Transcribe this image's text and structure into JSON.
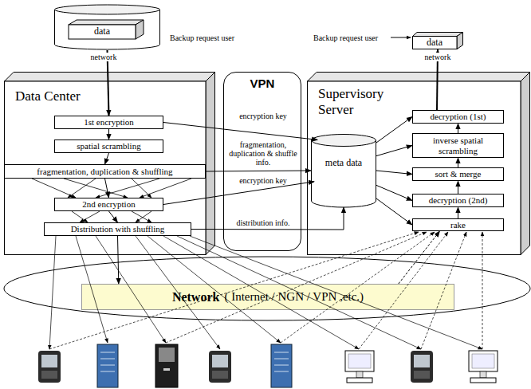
{
  "diagram": {
    "nodes": [
      {
        "text": [
          "data"
        ]
      },
      {
        "text": [
          "Data Center"
        ]
      },
      {
        "text": [
          "1st encryption"
        ],
        "in": 1
      },
      {
        "text": [
          "spatial scrambling"
        ],
        "in": 1
      },
      {
        "text": [
          "fragmentation, duplication & shuffling"
        ],
        "in": 1
      },
      {
        "text": [
          "2nd encryption"
        ],
        "in": 1
      },
      {
        "text": [
          "Distribution with shuffling"
        ],
        "in": 1
      },
      {
        "text": [
          "VPN"
        ]
      },
      {
        "text": [
          "Supervisory Server"
        ]
      },
      {
        "text": [
          "meta data"
        ],
        "in": 8
      },
      {
        "text": [
          "decryption (1st)"
        ],
        "in": 8
      },
      {
        "text": [
          "inverse spatial scrambling"
        ],
        "in": 8
      },
      {
        "text": [
          "sort & merge"
        ],
        "in": 8
      },
      {
        "text": [
          "decryption (2nd)"
        ],
        "in": 8
      },
      {
        "text": [
          "rake"
        ],
        "in": 8
      },
      {
        "text": [
          "data"
        ]
      },
      {
        "text": [
          "Network",
          "( Internet / NGN / VPN ,etc.)"
        ]
      }
    ],
    "edges": [
      {
        "from": 0,
        "to": 2,
        "arrow": "to",
        "label": "network"
      },
      {
        "from": 2,
        "to": 3,
        "arrow": "to"
      },
      {
        "from": 3,
        "to": 4,
        "arrow": "to"
      },
      {
        "from": 4,
        "to": 5,
        "arrow": "to"
      },
      {
        "from": 5,
        "to": 6,
        "arrow": "to"
      },
      {
        "from": 2,
        "to": 9,
        "arrow": "to",
        "label": "encryption key"
      },
      {
        "from": 4,
        "to": 9,
        "arrow": "to",
        "label": "fragmentation, duplication & shuffle info."
      },
      {
        "from": 5,
        "to": 9,
        "arrow": "to",
        "label": "encryption key"
      },
      {
        "from": 6,
        "to": 9,
        "arrow": "to",
        "label": "distribution info."
      },
      {
        "from": 9,
        "to": 10,
        "arrow": "to"
      },
      {
        "from": 9,
        "to": 11,
        "arrow": "to"
      },
      {
        "from": 9,
        "to": 12,
        "arrow": "to"
      },
      {
        "from": 9,
        "to": 13,
        "arrow": "to"
      },
      {
        "from": 9,
        "to": 14,
        "arrow": "to"
      },
      {
        "from": 14,
        "to": 13,
        "arrow": "to"
      },
      {
        "from": 13,
        "to": 12,
        "arrow": "to"
      },
      {
        "from": 12,
        "to": 11,
        "arrow": "to"
      },
      {
        "from": 11,
        "to": 10,
        "arrow": "to"
      },
      {
        "from": 10,
        "to": 15,
        "arrow": "to",
        "label": "network"
      },
      {
        "from": 6,
        "to": 16,
        "arrow": "to"
      },
      {
        "from": 16,
        "to": 14,
        "arrow": "to"
      }
    ],
    "labels": [
      "Backup request user",
      "Backup request user"
    ]
  }
}
